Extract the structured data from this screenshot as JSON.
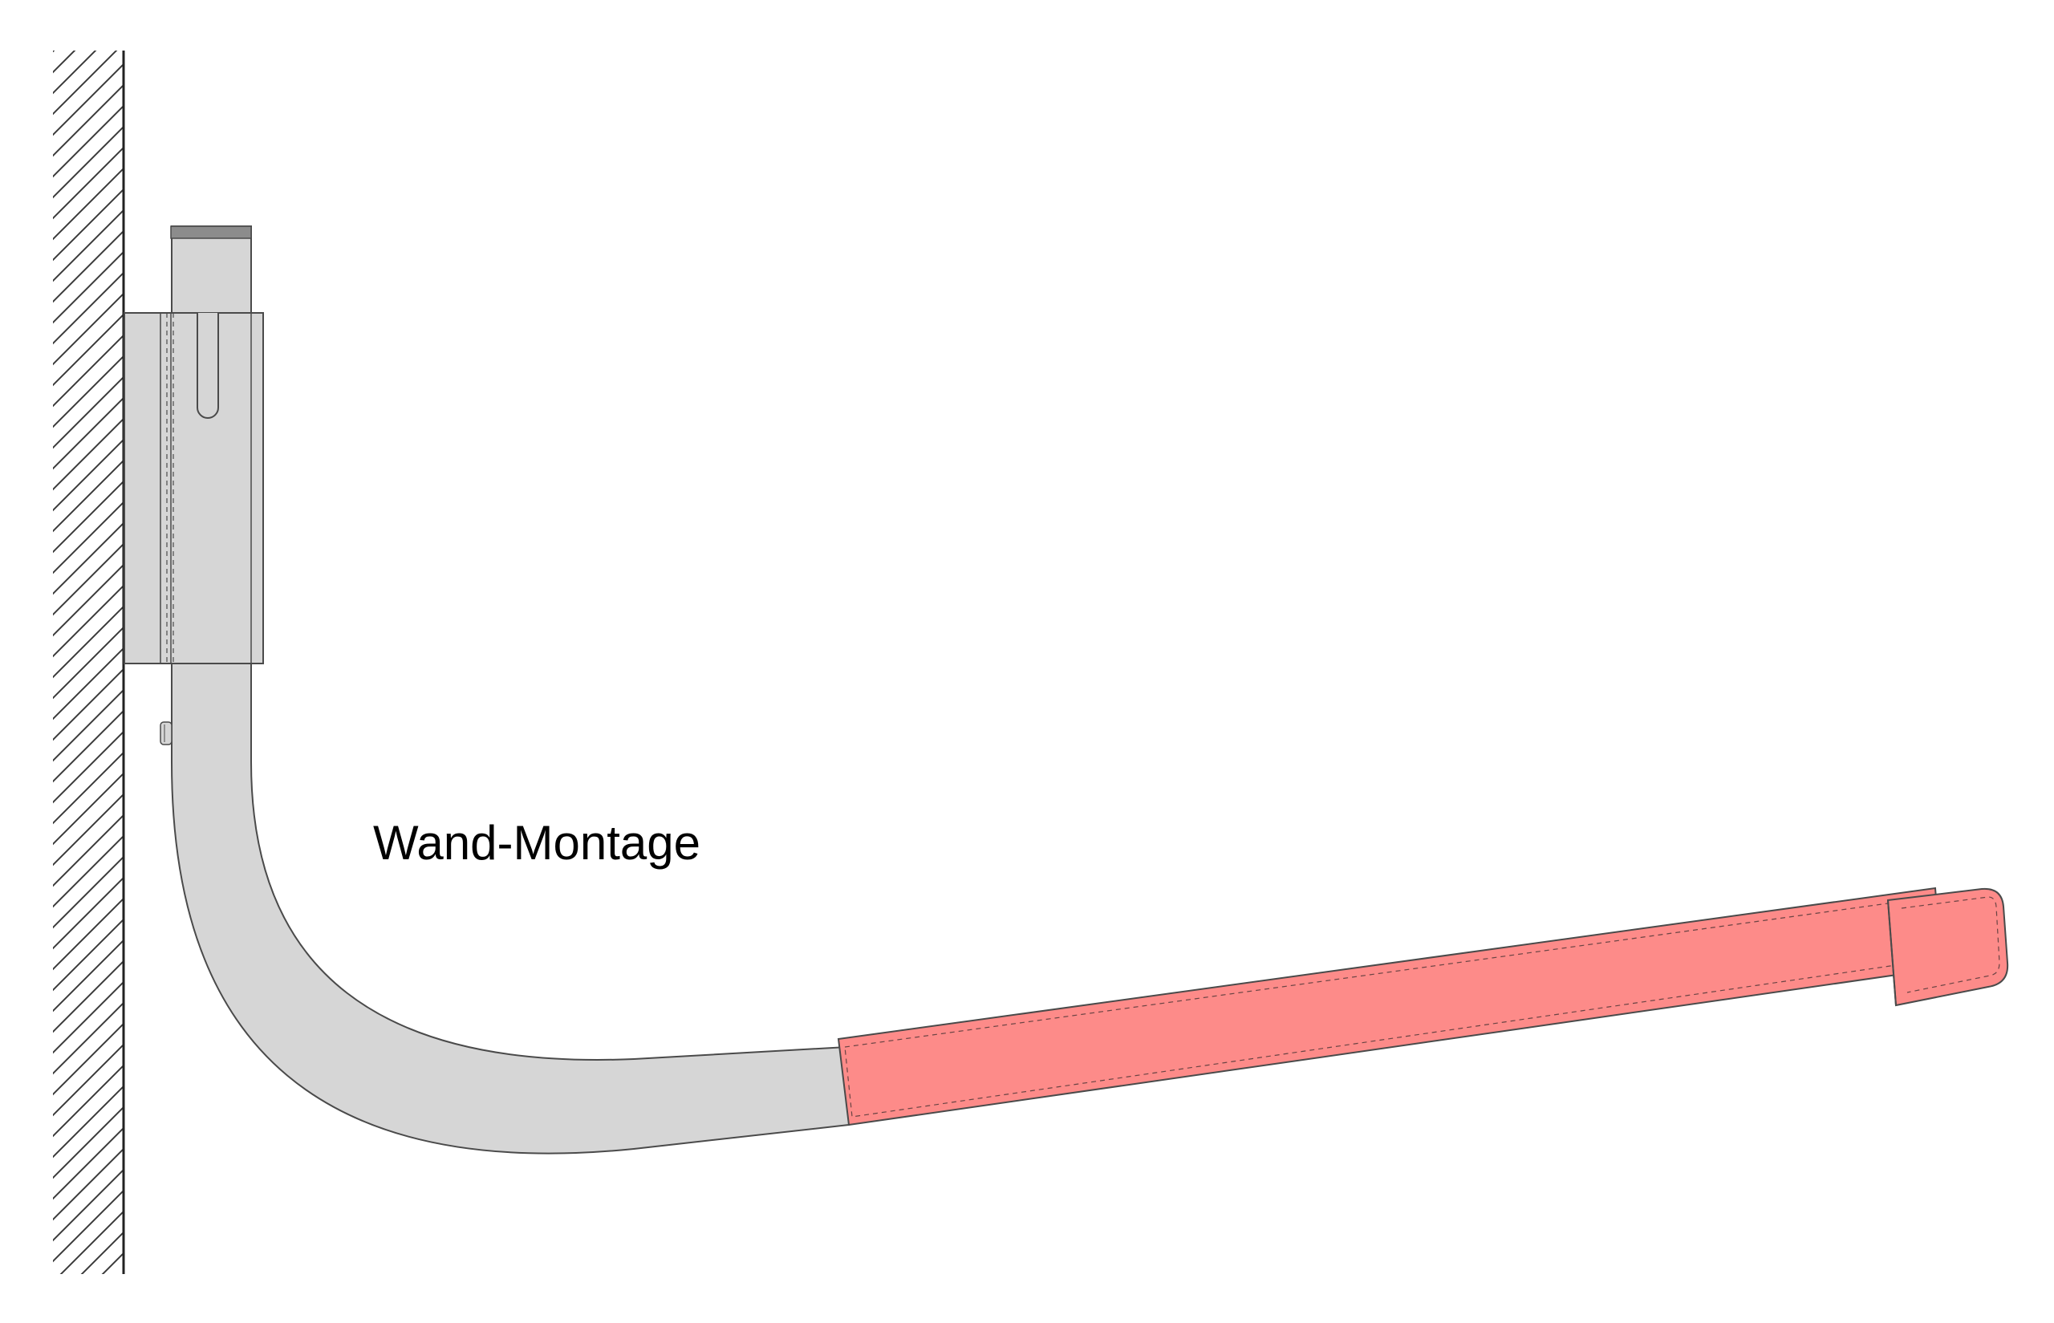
{
  "diagram": {
    "label": "Wand-Montage",
    "colors": {
      "background": "#ffffff",
      "outline": "#4a4a4a",
      "tube": "#d6d6d6",
      "grip": "#fd8b89",
      "cap": "#8c8c8c",
      "hatch": "#3a3a3a"
    },
    "parts": [
      {
        "id": "wall",
        "icon": "hatched-wall"
      },
      {
        "id": "wall-bracket",
        "icon": "bracket"
      },
      {
        "id": "tube",
        "icon": "bent-tube"
      },
      {
        "id": "grip",
        "icon": "foam-grip"
      },
      {
        "id": "end-cap",
        "icon": "end-cap"
      },
      {
        "id": "top-cap",
        "icon": "top-cap"
      },
      {
        "id": "set-screw",
        "icon": "screw"
      }
    ]
  }
}
